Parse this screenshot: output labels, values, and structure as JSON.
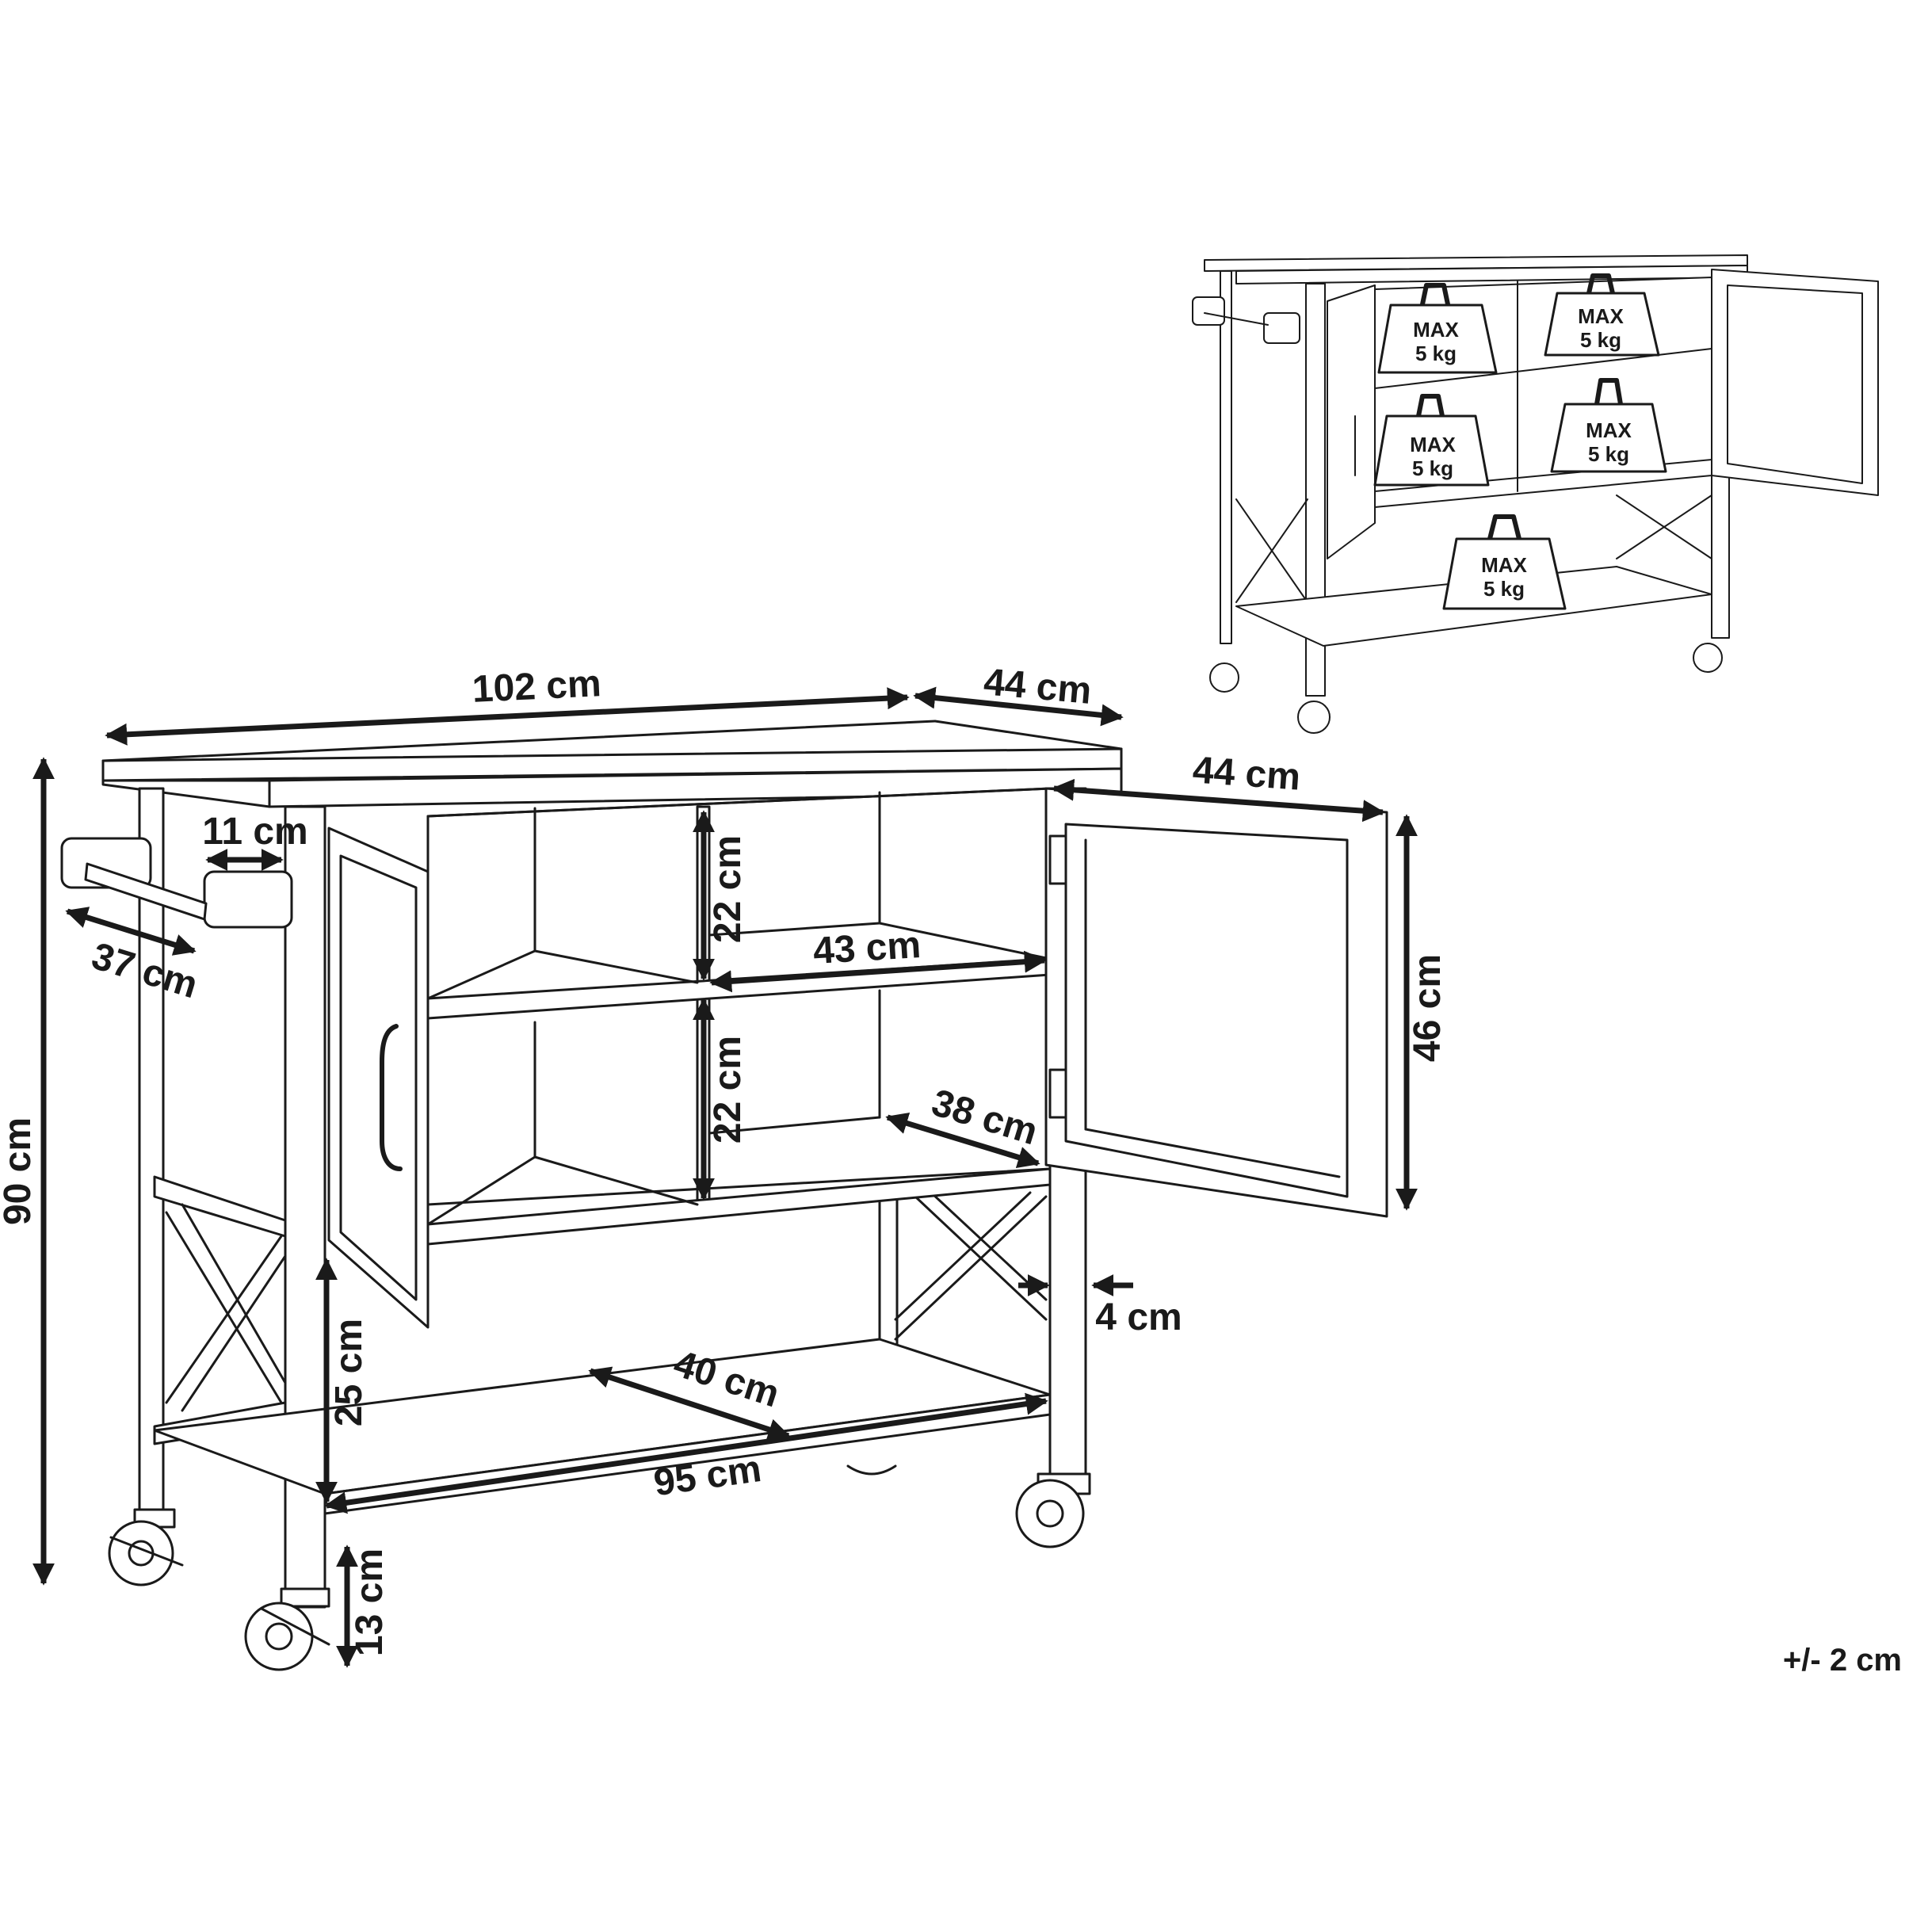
{
  "dimensions": {
    "width_top": "102 cm",
    "depth_top": "44 cm",
    "door_width": "44 cm",
    "door_height": "46 cm",
    "total_height": "90 cm",
    "handle_length": "37 cm",
    "handle_offset": "11 cm",
    "upper_shelf_height": "22 cm",
    "lower_shelf_height": "22 cm",
    "inner_width": "43 cm",
    "inner_depth": "38 cm",
    "leg_width": "4 cm",
    "bottom_shelf_depth": "40 cm",
    "bottom_shelf_width": "95 cm",
    "bottom_clearance": "25 cm",
    "wheel_clearance": "13 cm"
  },
  "load_limits": [
    {
      "max": "MAX",
      "weight": "5 kg"
    },
    {
      "max": "MAX",
      "weight": "5 kg"
    },
    {
      "max": "MAX",
      "weight": "5 kg"
    },
    {
      "max": "MAX",
      "weight": "5 kg"
    },
    {
      "max": "MAX",
      "weight": "5 kg"
    }
  ],
  "tolerance": "+/- 2 cm"
}
